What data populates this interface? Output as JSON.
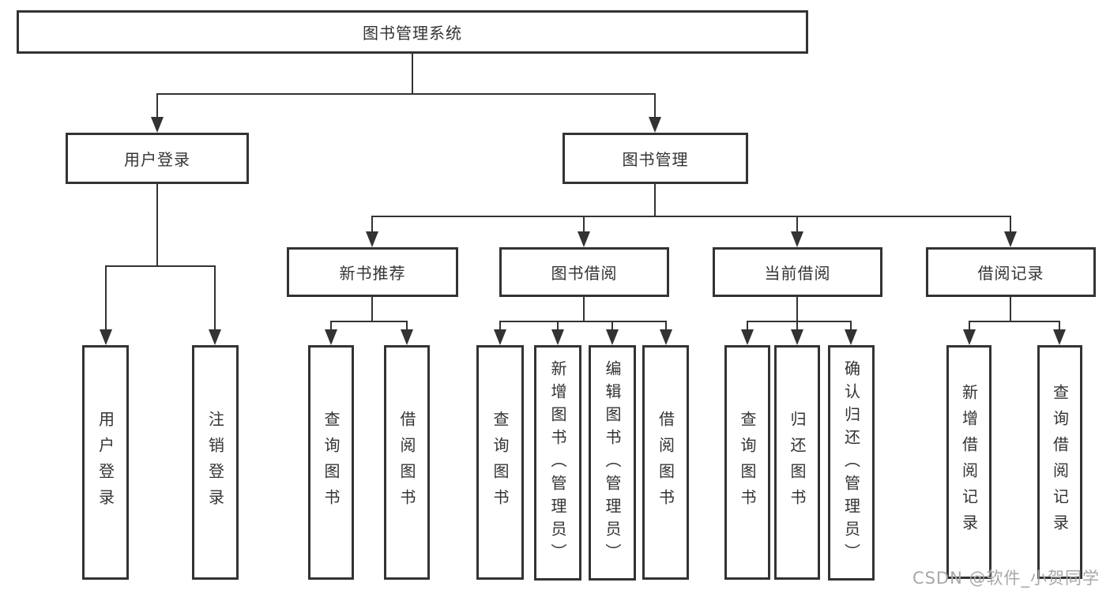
{
  "diagram": {
    "root": {
      "label": "图书管理系统"
    },
    "level2": [
      {
        "label": "用户登录"
      },
      {
        "label": "图书管理"
      }
    ],
    "level3": [
      {
        "label": "新书推荐"
      },
      {
        "label": "图书借阅"
      },
      {
        "label": "当前借阅"
      },
      {
        "label": "借阅记录"
      }
    ],
    "leaves": {
      "user_login": [
        "用户登录",
        "注销登录"
      ],
      "new_books": [
        "查询图书",
        "借阅图书"
      ],
      "book_borrow": [
        "查询图书",
        "新增图书（管理员）",
        "编辑图书（管理员）",
        "借阅图书"
      ],
      "current_borrow": [
        "查询图书",
        "归还图书",
        "确认归还（管理员）"
      ],
      "borrow_records": [
        "新增借阅记录",
        "查询借阅记录"
      ]
    }
  },
  "watermark": "CSDN @软件_小贺同学",
  "colors": {
    "line": "#333333",
    "background": "#ffffff",
    "watermark": "#a8a8a8"
  }
}
